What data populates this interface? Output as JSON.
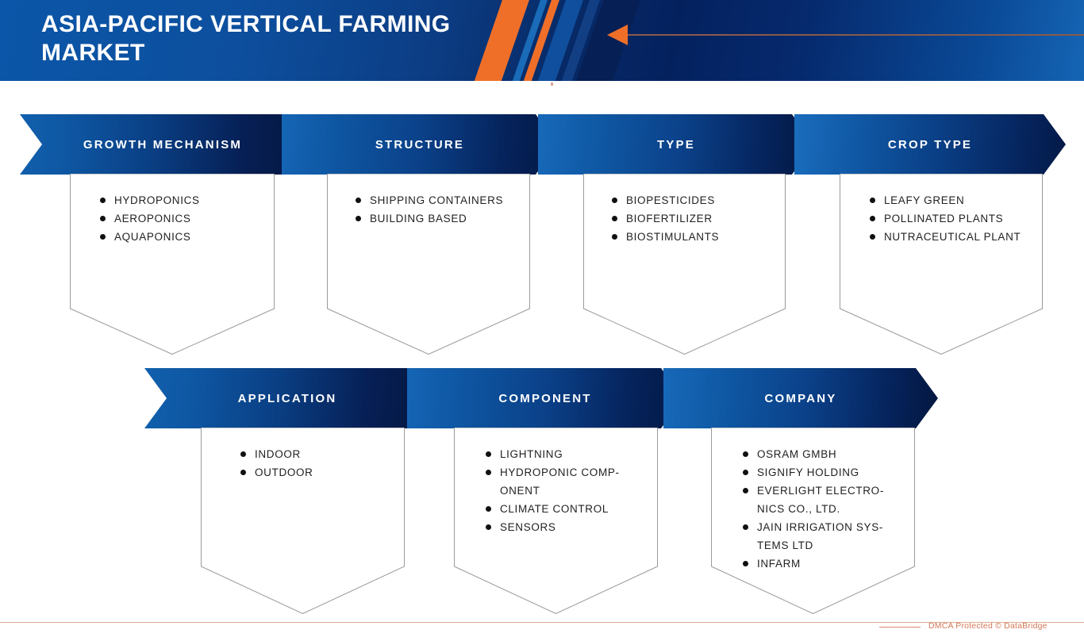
{
  "header": {
    "title": "ASIA-PACIFIC VERTICAL FARMING MARKET",
    "accent_orange": "#ef6f29",
    "blue_light": "#1565b5",
    "blue_dark": "#04215e",
    "arrow_icon": "left-arrow-icon"
  },
  "segments": [
    {
      "id": "growth-mechanism",
      "label": "GROWTH MECHANISM",
      "items": [
        "HYDROPONICS",
        "AEROPONICS",
        "AQUAPONICS"
      ]
    },
    {
      "id": "structure",
      "label": "STRUCTURE",
      "items": [
        "SHIPPING CONTAINERS",
        "BUILDING BASED"
      ]
    },
    {
      "id": "type",
      "label": "TYPE",
      "items": [
        "BIOPESTICIDES",
        "BIOFERTILIZER",
        "BIOSTIMULANTS"
      ]
    },
    {
      "id": "crop-type",
      "label": "CROP TYPE",
      "items": [
        "LEAFY GREEN",
        "POLLINATED PLANTS",
        "NUTRACEUTICAL PLANT"
      ]
    },
    {
      "id": "application",
      "label": "APPLICATION",
      "items": [
        "INDOOR",
        "OUTDOOR"
      ]
    },
    {
      "id": "component",
      "label": "COMPONENT",
      "items": [
        "LIGHTNING",
        "HYDROPONIC COMP-\nONENT",
        "CLIMATE CONTROL",
        "SENSORS"
      ]
    },
    {
      "id": "company",
      "label": "COMPANY",
      "items": [
        "OSRAM GMBH",
        "SIGNIFY HOLDING",
        "EVERLIGHT ELECTRO-\nNICS CO., LTD.",
        "JAIN IRRIGATION SYS-\nTEMS LTD",
        "INFARM"
      ]
    }
  ],
  "footer": {
    "text": "DMCA Protected © DataBridge",
    "color": "#d4795a"
  }
}
